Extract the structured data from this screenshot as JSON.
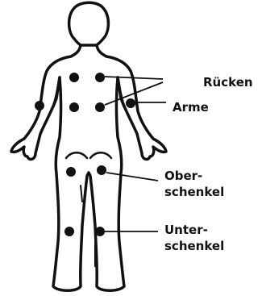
{
  "labels": {
    "ruecken": "Rücken",
    "arme": "Arme",
    "oberschenkel_1": "Ober-",
    "oberschenkel_2": "schenkel",
    "unterschenkel_1": "Unter-",
    "unterschenkel_2": "schenkel"
  },
  "colors": {
    "outline": "#111111",
    "dot": "#111111",
    "background": "#ffffff"
  }
}
